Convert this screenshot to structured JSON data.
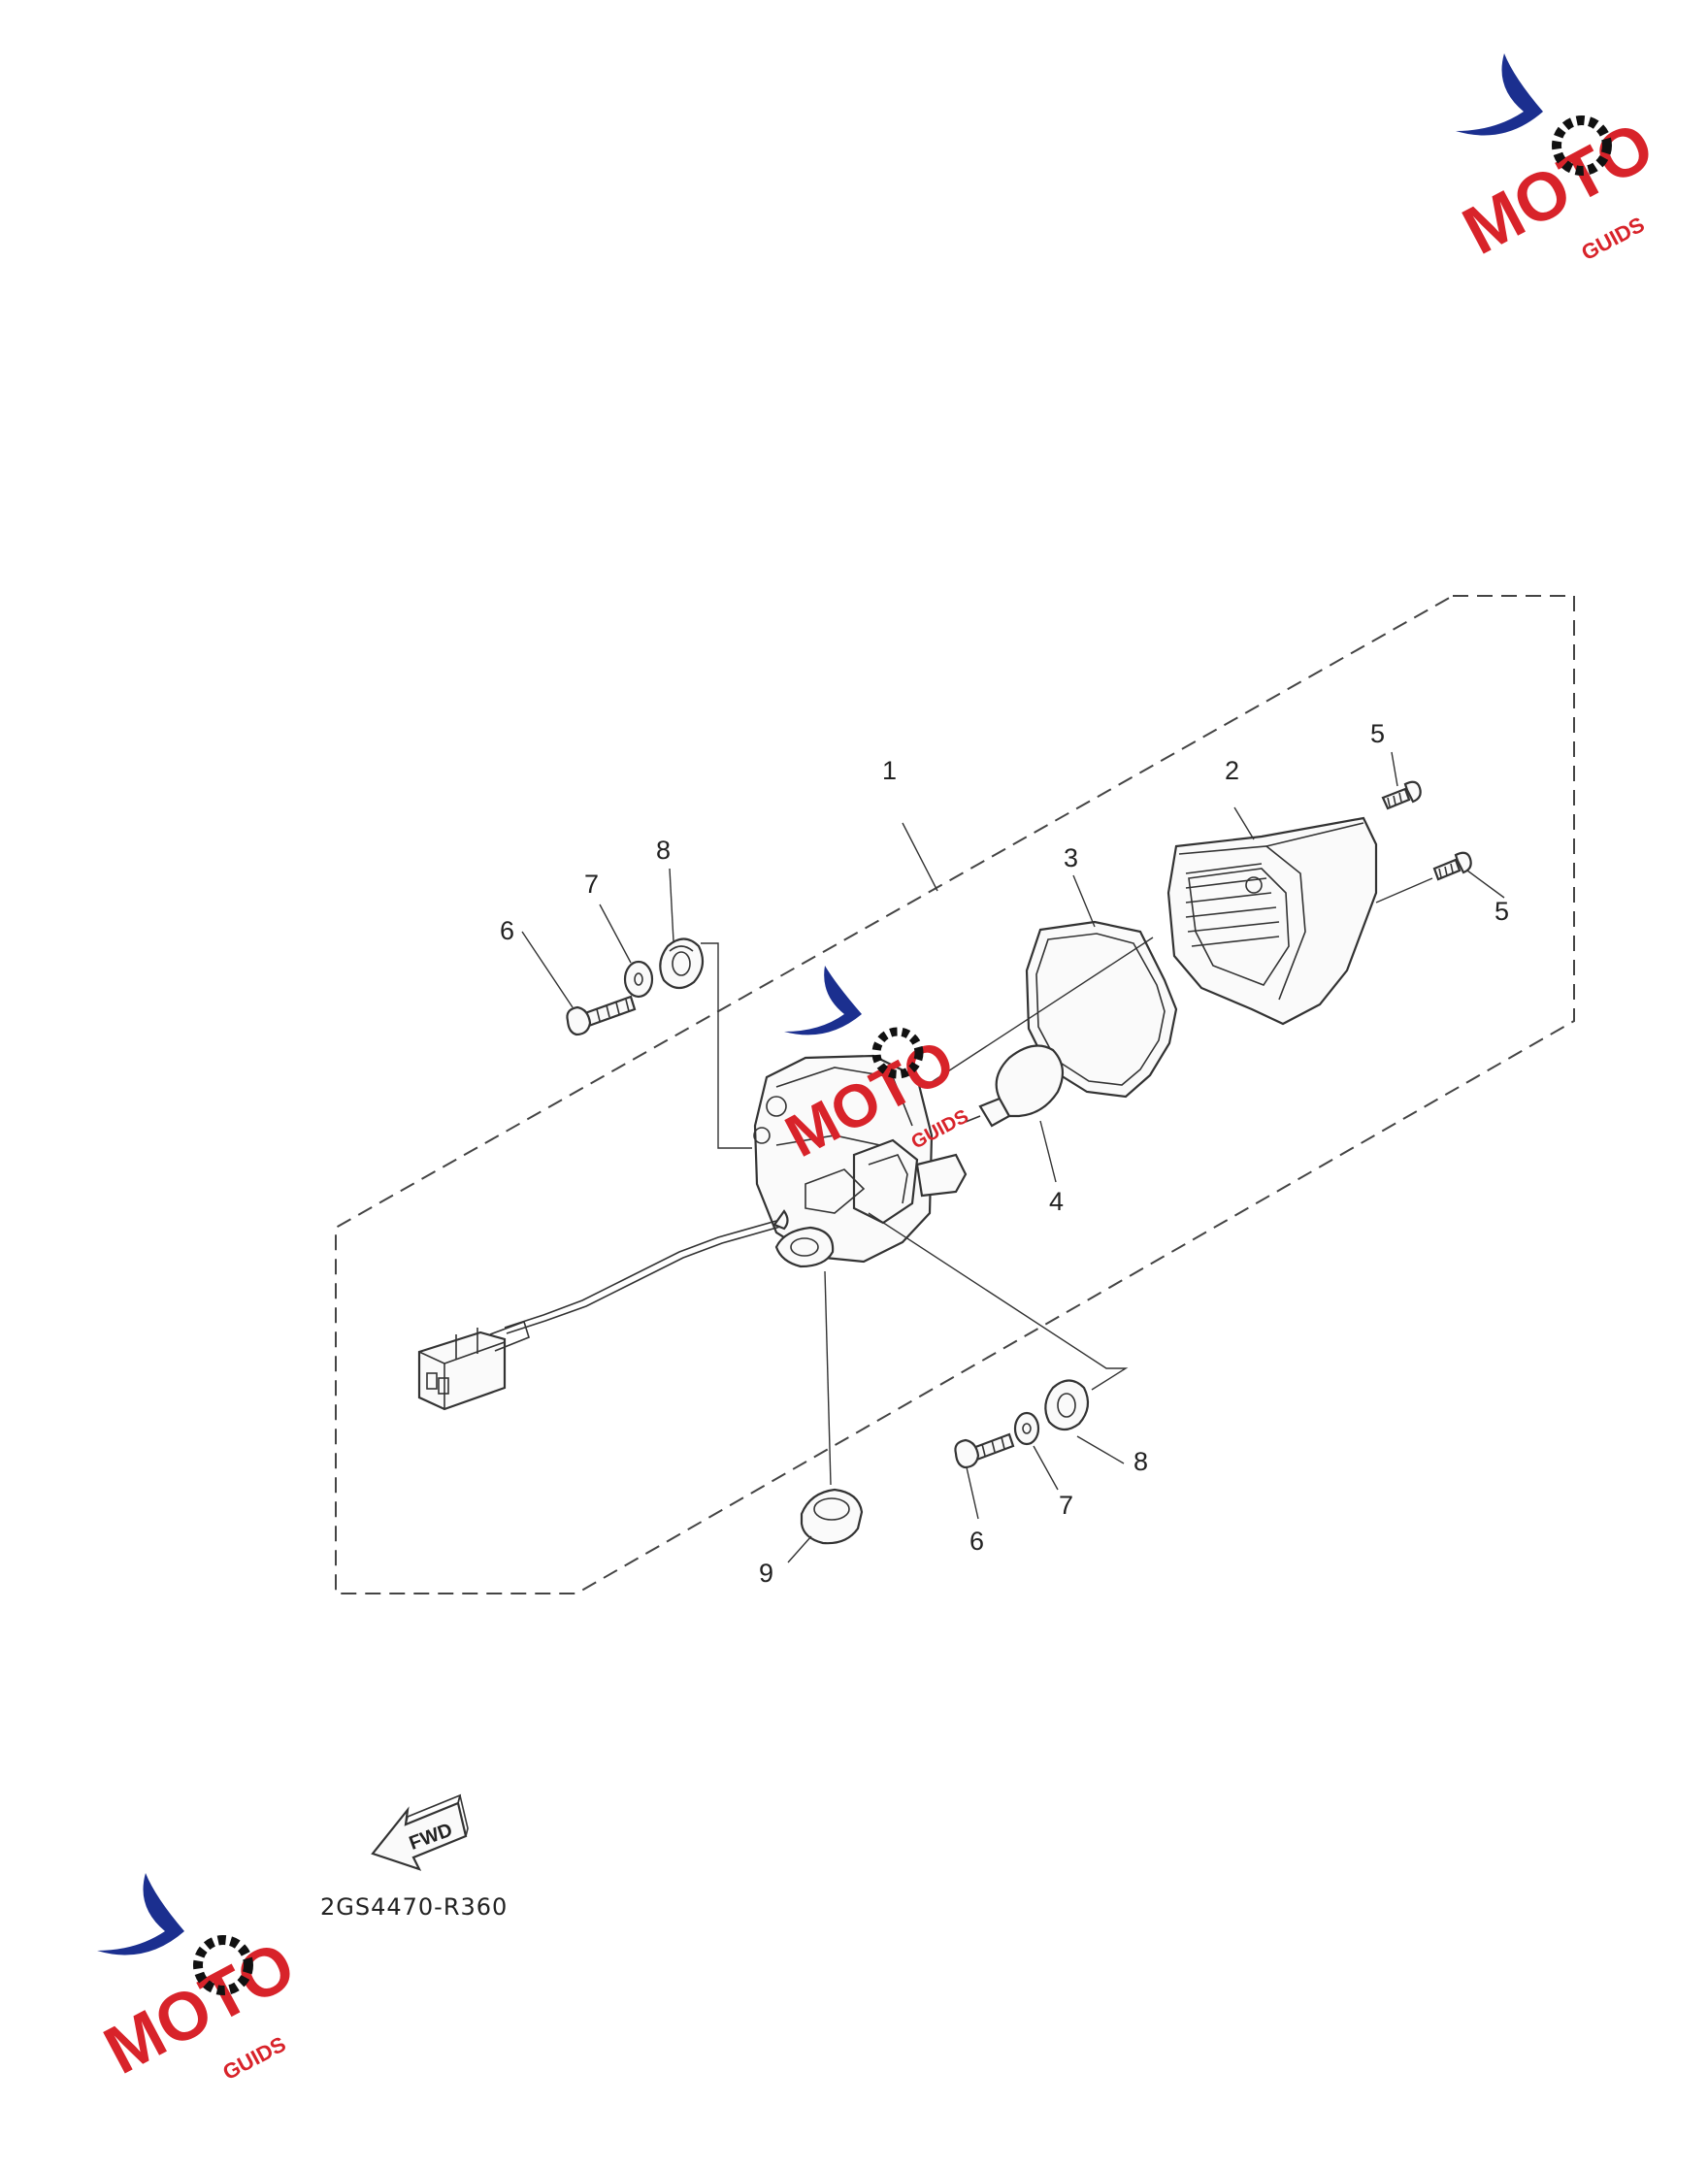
{
  "diagram": {
    "callouts": [
      {
        "id": "c1",
        "label": "1"
      },
      {
        "id": "c2",
        "label": "2"
      },
      {
        "id": "c3",
        "label": "3"
      },
      {
        "id": "c4",
        "label": "4"
      },
      {
        "id": "c5a",
        "label": "5"
      },
      {
        "id": "c5b",
        "label": "5"
      },
      {
        "id": "c6a",
        "label": "6"
      },
      {
        "id": "c6b",
        "label": "6"
      },
      {
        "id": "c7a",
        "label": "7"
      },
      {
        "id": "c7b",
        "label": "7"
      },
      {
        "id": "c8a",
        "label": "8"
      },
      {
        "id": "c8b",
        "label": "8"
      },
      {
        "id": "c9",
        "label": "9"
      }
    ],
    "direction_label": "FWD",
    "diagram_code": "2GS4470-R360"
  },
  "watermark": {
    "brand_main": "MOTO",
    "brand_sub": "GUIDS",
    "colors": {
      "arc": "#1b2f8f",
      "letters": "#d8232a",
      "gear": "#111111"
    }
  }
}
